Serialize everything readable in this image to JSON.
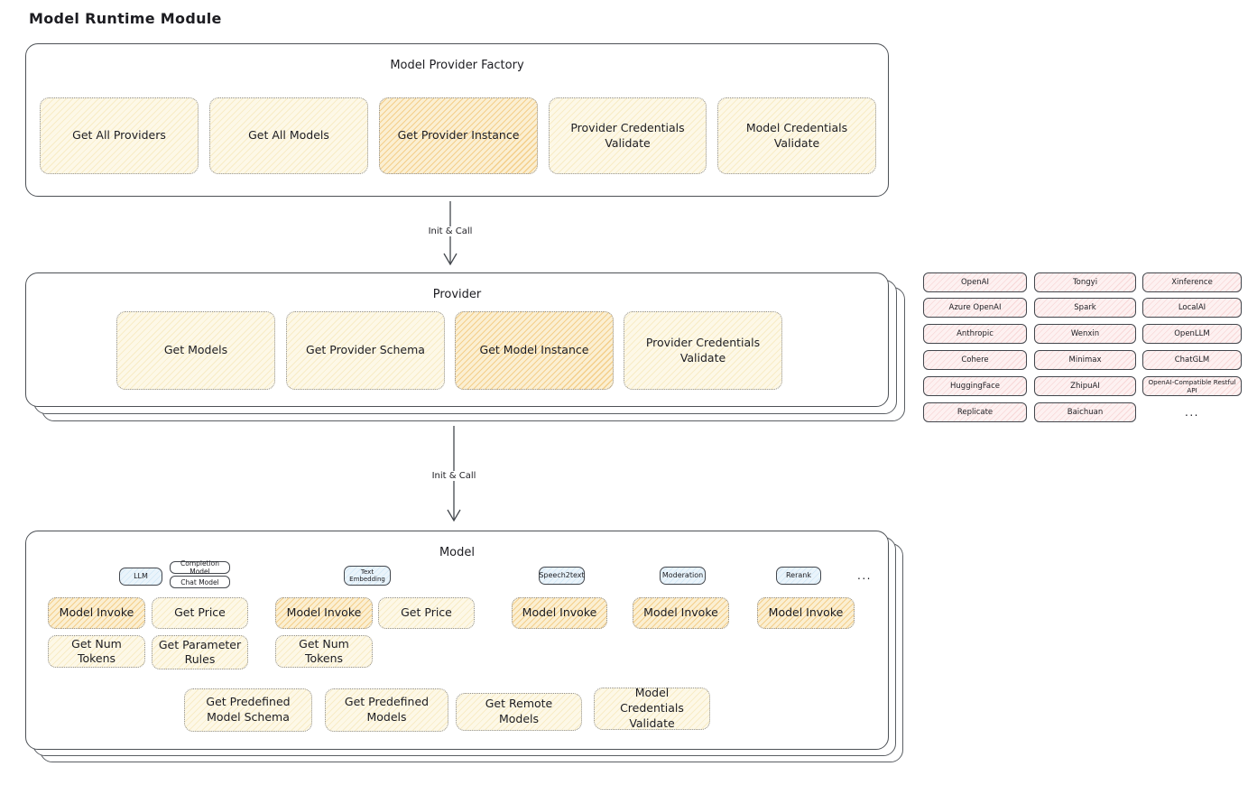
{
  "title": "Model Runtime Module",
  "colors": {
    "yellow_fill": "#fdf6dd",
    "orange_fill": "#fbe3ae",
    "pink_fill": "#fdecec",
    "blue_fill": "#e3f1fb",
    "container_border": "#4d5156",
    "dotted_border": "#8f8f8f",
    "text": "#1c1c21"
  },
  "factory": {
    "title": "Model Provider Factory",
    "boxes": [
      {
        "label": "Get All Providers",
        "highlight": false
      },
      {
        "label": "Get All Models",
        "highlight": false
      },
      {
        "label": "Get Provider Instance",
        "highlight": true
      },
      {
        "label": "Provider Credentials Validate",
        "highlight": false
      },
      {
        "label": "Model Credentials Validate",
        "highlight": false
      }
    ]
  },
  "arrows": [
    {
      "label": "Init & Call"
    },
    {
      "label": "Init & Call"
    }
  ],
  "provider": {
    "title": "Provider",
    "boxes": [
      {
        "label": "Get Models",
        "highlight": false
      },
      {
        "label": "Get Provider Schema",
        "highlight": false
      },
      {
        "label": "Get Model Instance",
        "highlight": true
      },
      {
        "label": "Provider Credentials Validate",
        "highlight": false
      }
    ]
  },
  "providers_list": {
    "col1": [
      "OpenAI",
      "Azure OpenAI",
      "Anthropic",
      "Cohere",
      "HuggingFace",
      "Replicate"
    ],
    "col2": [
      "Tongyi",
      "Spark",
      "Wenxin",
      "Minimax",
      "ZhipuAI",
      "Baichuan"
    ],
    "col3": [
      "Xinference",
      "LocalAI",
      "OpenLLM",
      "ChatGLM",
      "OpenAI-Compatible Restful API"
    ],
    "more": "..."
  },
  "model": {
    "title": "Model",
    "tabs": {
      "llm": "LLM",
      "completion_model": "Completion Model",
      "chat_model": "Chat Model",
      "text_embedding": "Text Embedding",
      "speech2text": "Speech2text",
      "moderation": "Moderation",
      "rerank": "Rerank",
      "more": "..."
    },
    "llm_group": {
      "invoke": "Model Invoke",
      "price": "Get Price",
      "num_tokens": "Get Num Tokens",
      "param_rules": "Get Parameter Rules"
    },
    "embedding_group": {
      "invoke": "Model Invoke",
      "price": "Get Price",
      "num_tokens": "Get Num Tokens"
    },
    "speech2text_group": {
      "invoke": "Model Invoke"
    },
    "moderation_group": {
      "invoke": "Model Invoke"
    },
    "rerank_group": {
      "invoke": "Model Invoke"
    },
    "bottom_boxes": [
      "Get Predefined Model Schema",
      "Get Predefined Models",
      "Get Remote Models",
      "Model Credentials Validate"
    ]
  }
}
